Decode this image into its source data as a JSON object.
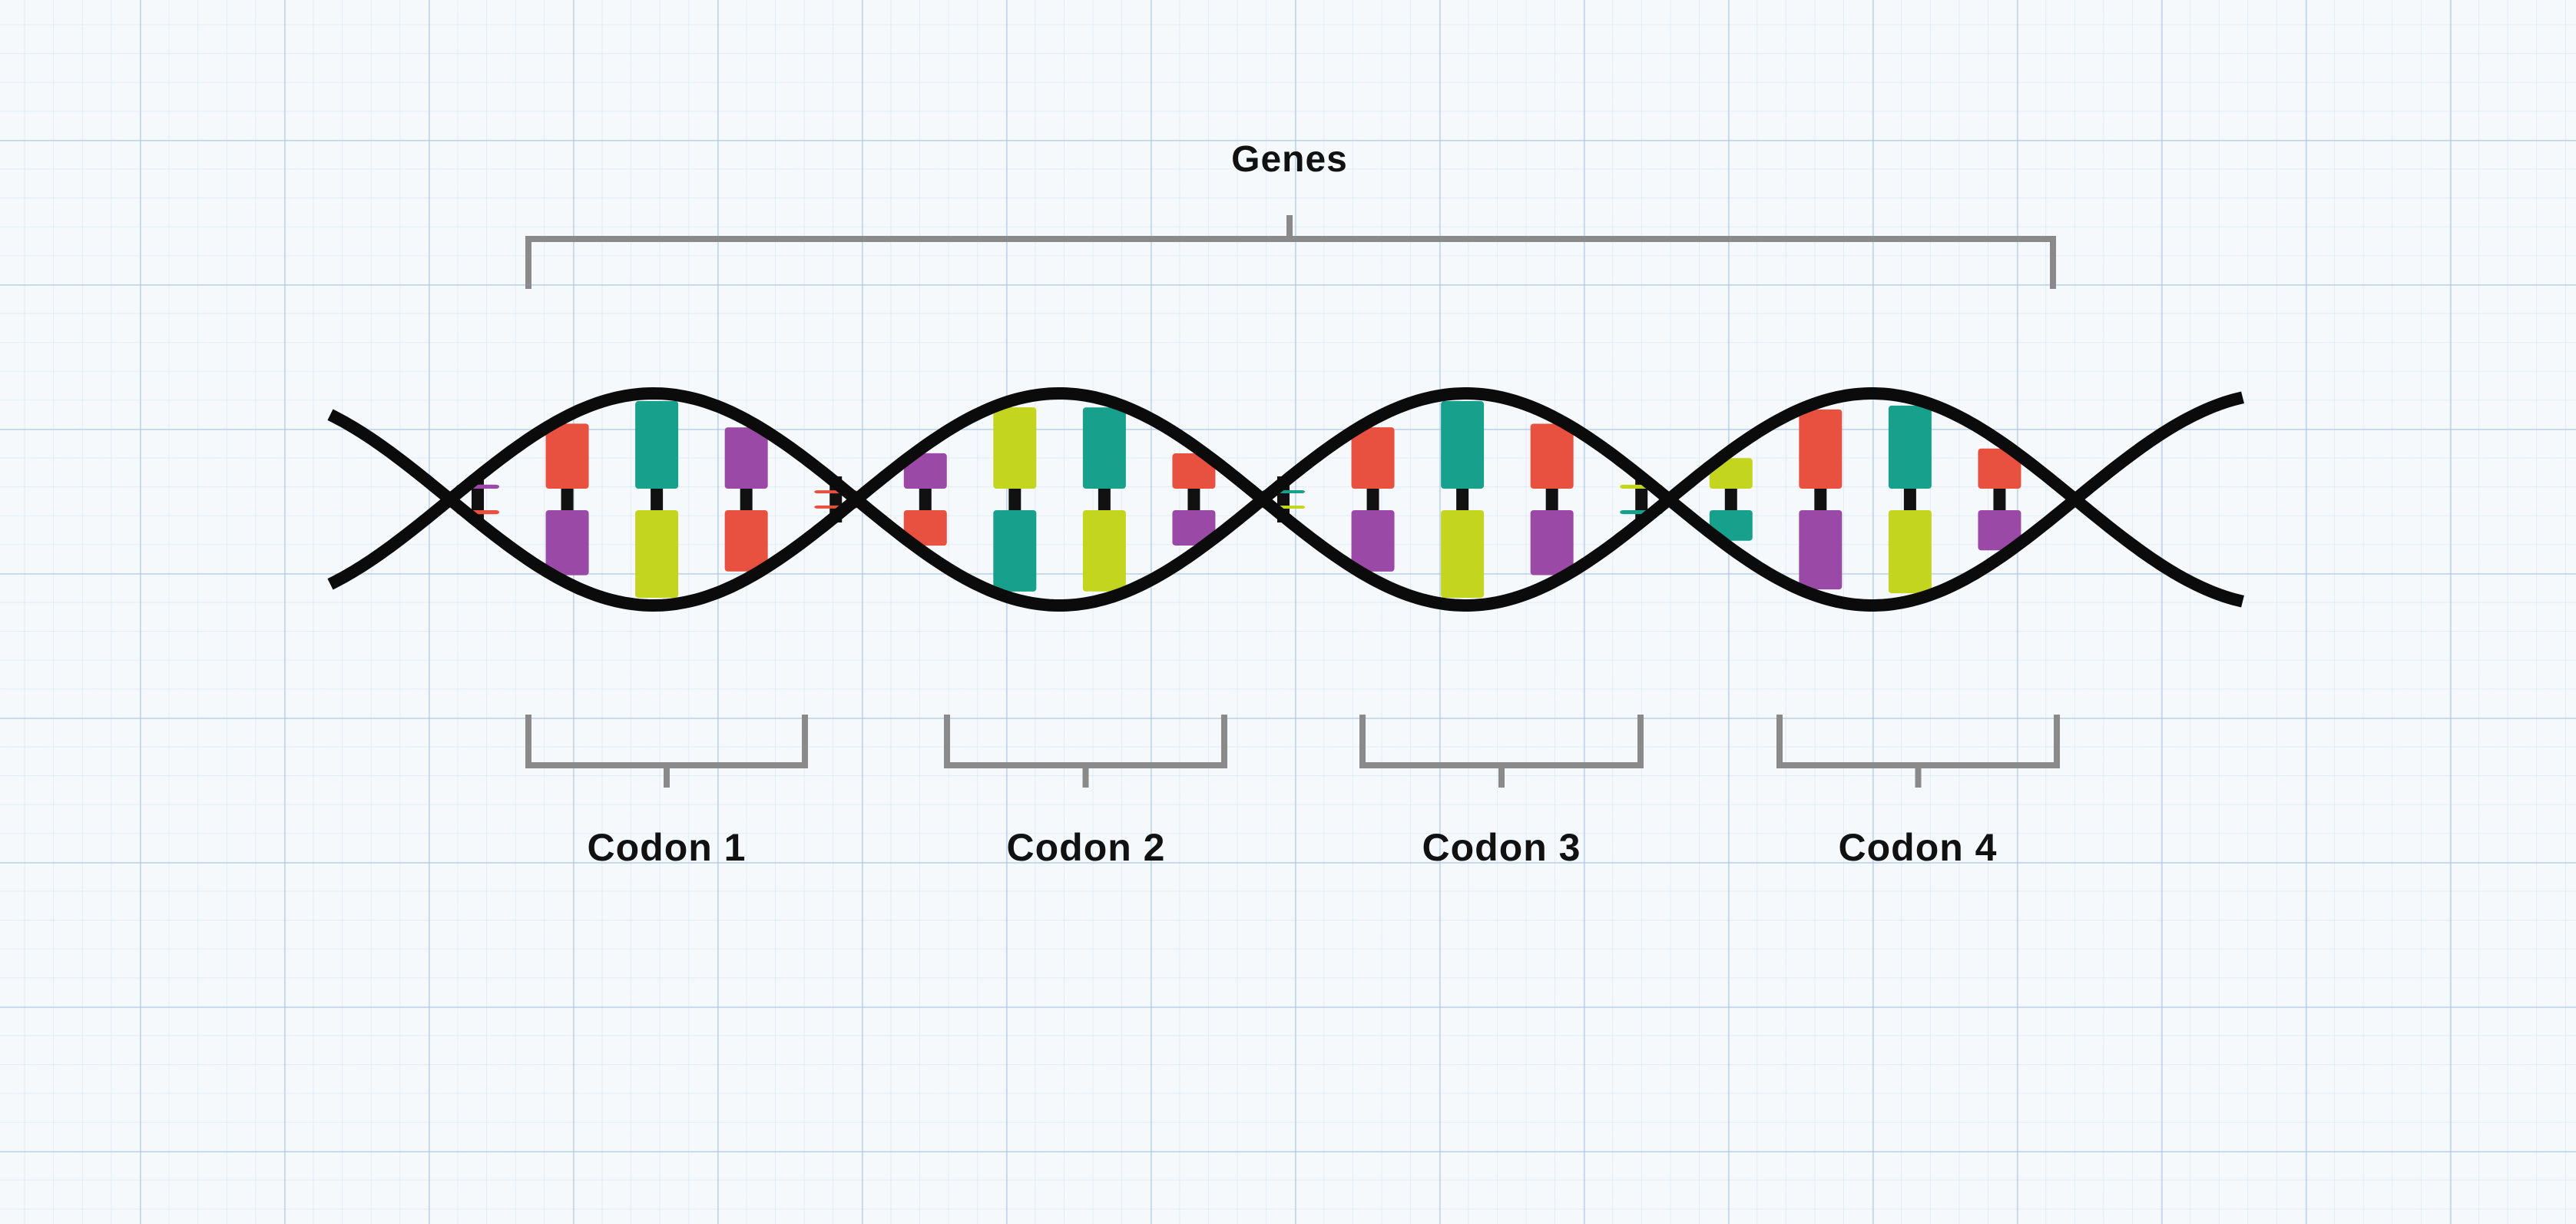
{
  "genes": {
    "label": "Genes"
  },
  "codons": [
    {
      "label": "Codon 1"
    },
    {
      "label": "Codon 2"
    },
    {
      "label": "Codon 3"
    },
    {
      "label": "Codon 4"
    }
  ],
  "colors": {
    "strand": "#0b0b0b",
    "bracket": "#8a8a8a",
    "red": "#e8503f",
    "teal": "#17a08c",
    "purple": "#9a4aa6",
    "yellow": "#c3d51f",
    "connector": "#111111"
  },
  "base_pairs": [
    [
      "purple",
      "red"
    ],
    [
      "red",
      "purple"
    ],
    [
      "teal",
      "yellow"
    ],
    [
      "purple",
      "red"
    ],
    [
      "red",
      "red"
    ],
    [
      "purple",
      "red"
    ],
    [
      "yellow",
      "teal"
    ],
    [
      "teal",
      "yellow"
    ],
    [
      "red",
      "purple"
    ],
    [
      "teal",
      "yellow"
    ],
    [
      "red",
      "purple"
    ],
    [
      "teal",
      "yellow"
    ],
    [
      "red",
      "purple"
    ],
    [
      "yellow",
      "teal"
    ],
    [
      "yellow",
      "teal"
    ],
    [
      "red",
      "purple"
    ],
    [
      "teal",
      "yellow"
    ],
    [
      "red",
      "purple"
    ],
    [
      "teal",
      "yellow"
    ]
  ]
}
